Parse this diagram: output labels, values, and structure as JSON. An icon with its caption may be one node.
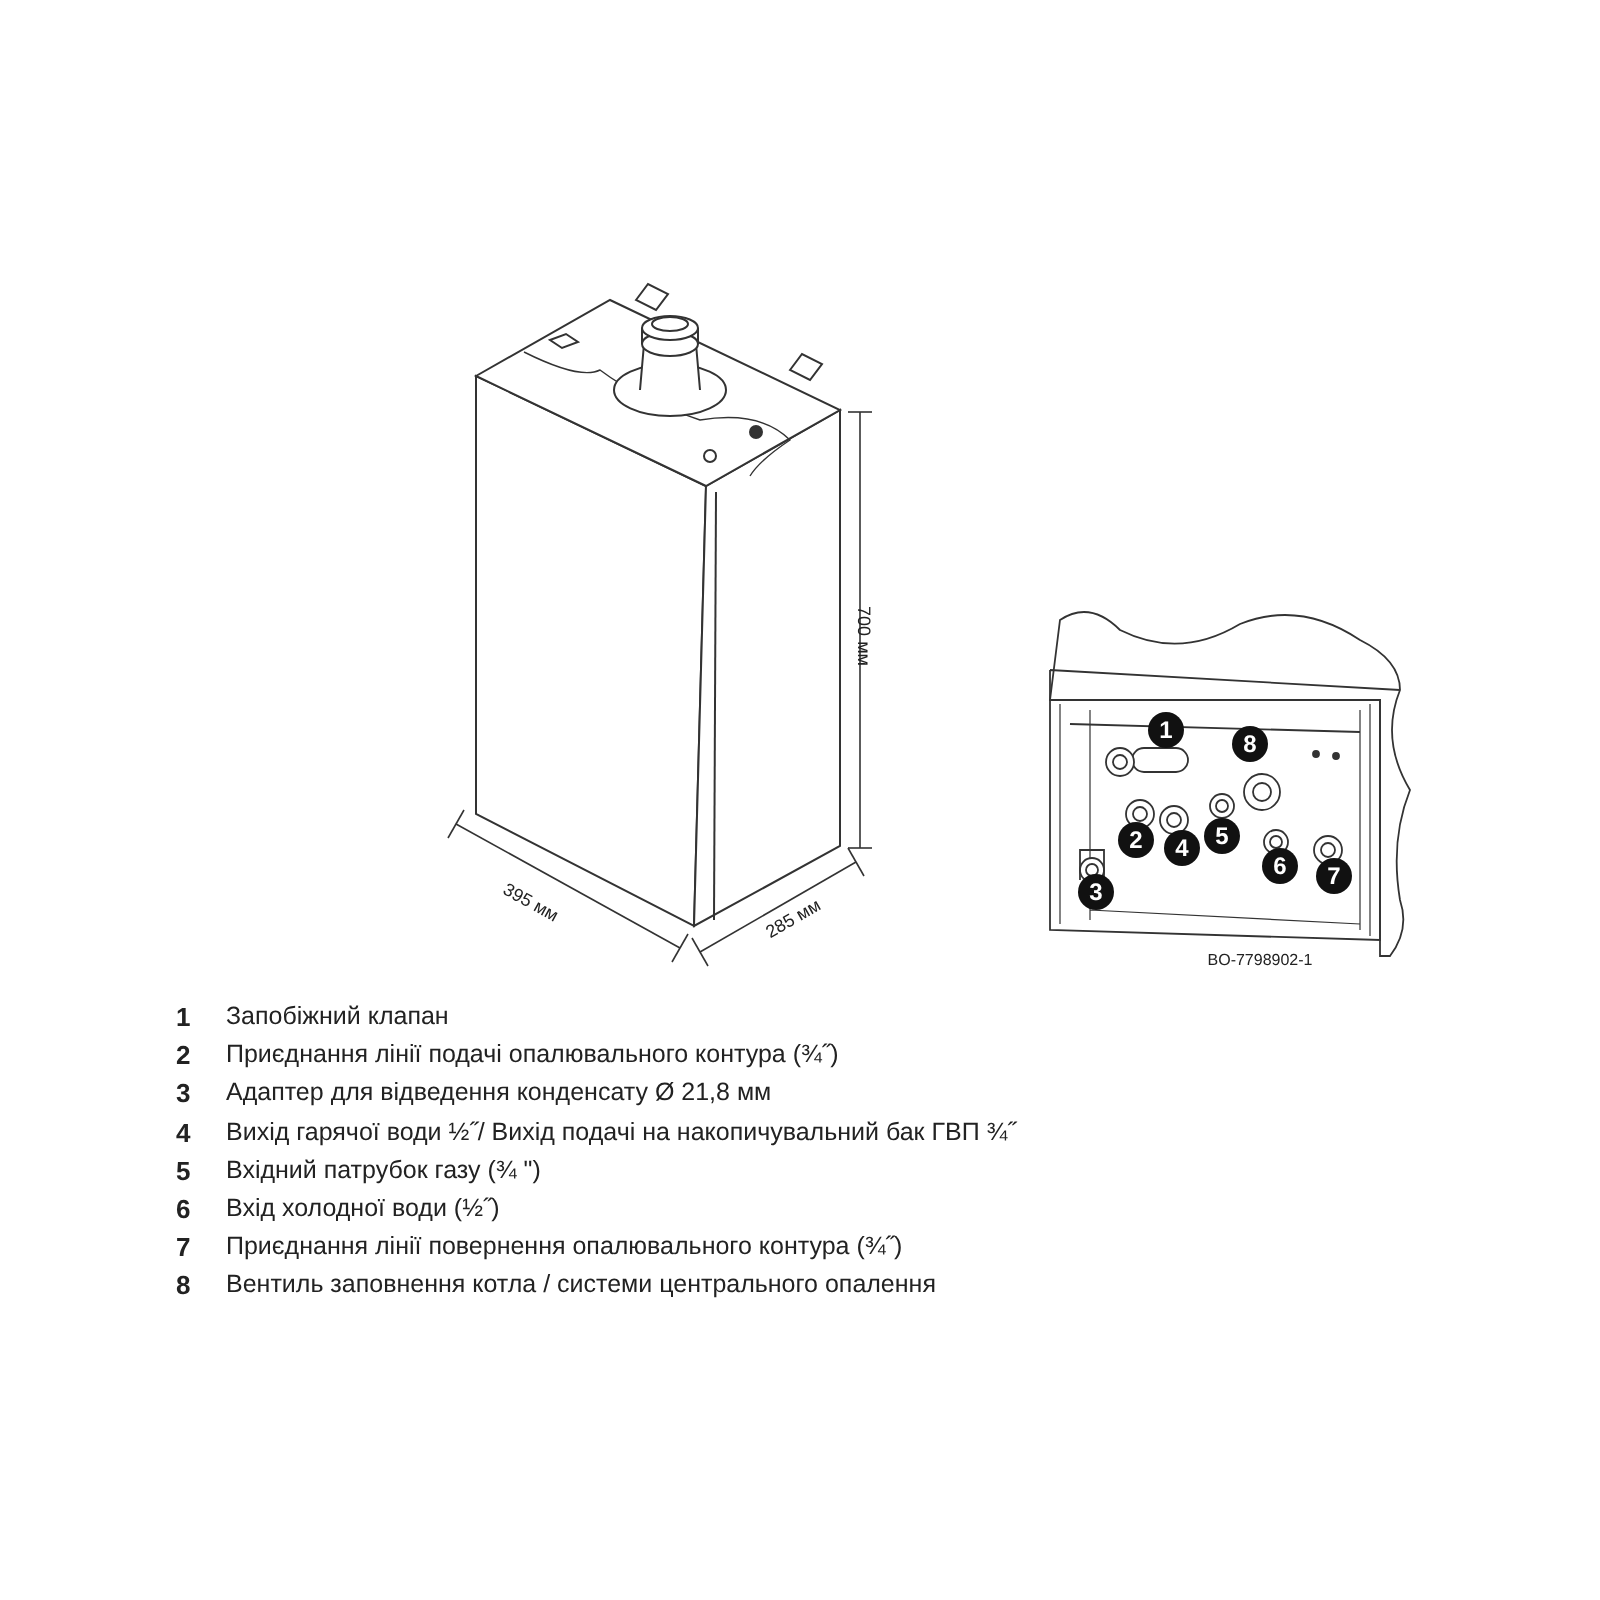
{
  "diagram": {
    "nodes": [
      {
        "text": [
          "1"
        ]
      },
      {
        "text": [
          "8"
        ]
      },
      {
        "text": [
          "2"
        ]
      },
      {
        "text": [
          "4"
        ]
      },
      {
        "text": [
          "5"
        ]
      },
      {
        "text": [
          "6"
        ]
      },
      {
        "text": [
          "7"
        ]
      },
      {
        "text": [
          "3"
        ]
      }
    ],
    "labels": [
      "700 мм",
      "395 мм",
      "285 мм",
      "BO-7798902-1",
      "1",
      "Запобіжний клапан",
      "2",
      "Приєднання лінії подачі опалювального контура (¾˝)",
      "3",
      "Адаптер для відведення конденсату Ø 21,8 мм",
      "4",
      "Вихід гарячої води ½˝/ Вихід подачі на накопичувальний бак ГВП ¾˝",
      "5",
      "Вхідний патрубок газу (¾ \")",
      "6",
      "Вхід холодної води (½˝)",
      "7",
      "Приєднання лінії повернення опалювального контура (¾˝)",
      "8",
      "Вентиль заповнення котла / системи центрального опалення"
    ]
  }
}
